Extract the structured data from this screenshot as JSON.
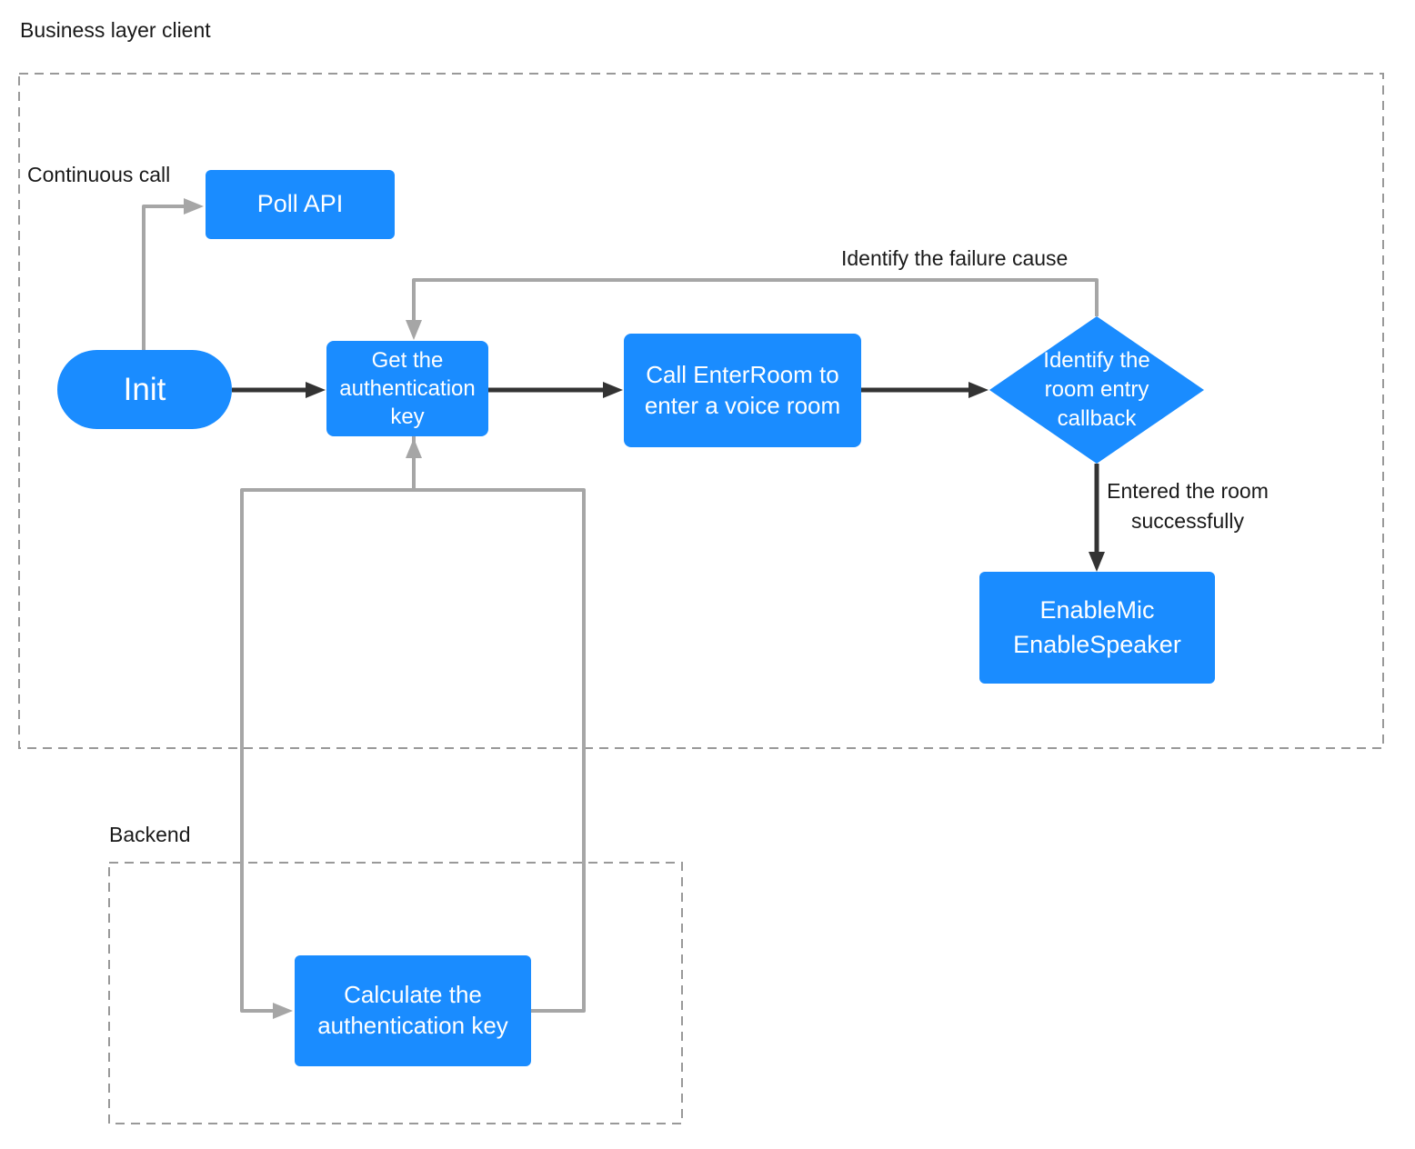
{
  "diagram": {
    "title": "Business layer client",
    "backend_title": "Backend",
    "nodes": {
      "poll_api": "Poll API",
      "init": "Init",
      "get_auth_key": "Get the\nauthentication\nkey",
      "call_enter_room": "Call EnterRoom to\nenter a voice room",
      "identify_room_entry_callback": "Identify the\nroom entry\ncallback",
      "enable_mic_speaker": "EnableMic\nEnableSpeaker",
      "calculate_auth_key": "Calculate the\nauthentication key"
    },
    "edge_labels": {
      "continuous_call": "Continuous call",
      "identify_failure_cause": "Identify the failure cause",
      "entered_room_successfully": "Entered the room\nsuccessfully"
    },
    "colors": {
      "node_fill": "#1A8CFF",
      "node_text": "#FFFFFF",
      "gray_connector": "#A6A6A6",
      "black_connector": "#333333",
      "dashed_boundary": "#999999",
      "label_text": "#1A1A1A",
      "background": "#FFFFFF"
    }
  }
}
